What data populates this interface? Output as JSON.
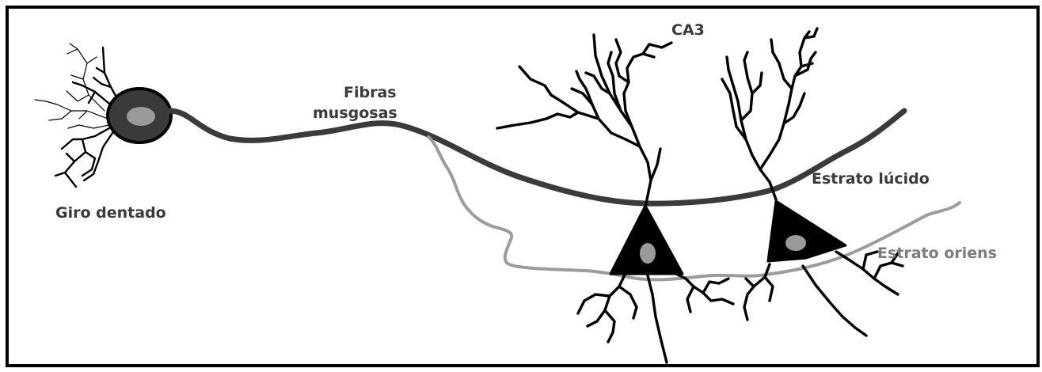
{
  "labels": {
    "ca3": "CA3",
    "fibras_line1": "Fibras",
    "fibras_line2": "musgosas",
    "giro_dentado": "Giro dentado",
    "estrato_lucido": "Estrato lúcido",
    "estrato_oriens": "Estrato oriens"
  },
  "colors": {
    "axon": "#3b3b3b",
    "oriens": "#9c9c9c",
    "soma": "#000000",
    "nucleus": "#9a9a9a",
    "label_dark": "#3a3a3a",
    "label_gray": "#7d7d7d"
  }
}
